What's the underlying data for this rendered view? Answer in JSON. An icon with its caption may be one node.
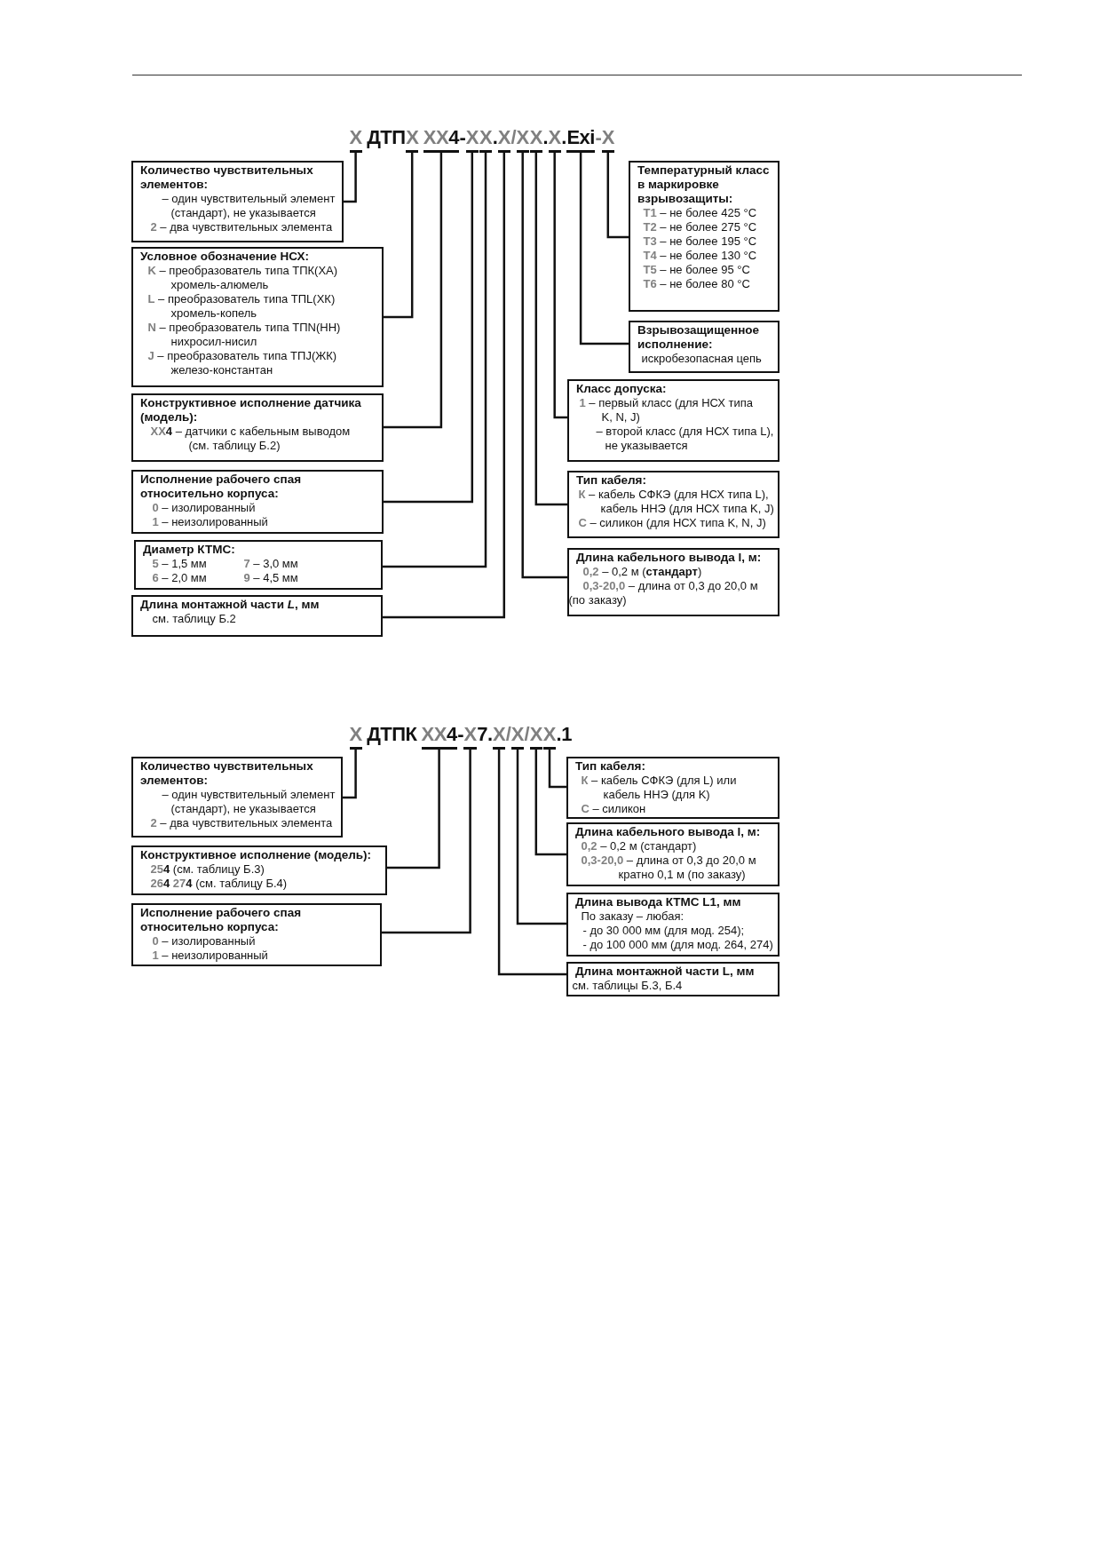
{
  "diagram": {
    "nodes": [
      {
        "text": [
          "X"
        ]
      },
      {
        "text": [
          "X"
        ]
      },
      {
        "text": [
          "XX",
          "4"
        ]
      },
      {
        "text": [
          "X"
        ]
      },
      {
        "text": [
          "X"
        ]
      },
      {
        "text": [
          "X"
        ]
      },
      {
        "text": [
          "X"
        ]
      },
      {
        "text": [
          "X"
        ]
      },
      {
        "text": [
          "X"
        ]
      },
      {
        "text": [
          "Exi"
        ]
      },
      {
        "text": [
          "X"
        ]
      },
      {
        "text": [
          "Количество чувствительных элементов:",
          "– один чувствительный элемент (стандарт), не указывается",
          "**2** – два чувствительных элемента"
        ]
      },
      {
        "text": [
          "Условное обозначение НСХ:",
          "**K** – преобразователь типа ТПК(ХА) хромель-алюмель",
          "**L** – преобразователь типа ТПL(ХК) хромель-копель",
          "**N** – преобразователь типа ТПN(НН) нихросил-нисил",
          "**J** – преобразователь типа ТПJ(ЖК) железо-константан"
        ]
      },
      {
        "text": [
          "Конструктивное исполнение датчика (модель):",
          "**XX****4** – датчики с кабельным выводом (см. таблицу Б.2)"
        ]
      },
      {
        "text": [
          "Исполнение рабочего спая относительно корпуса:",
          "**0** – изолированный",
          "**1** – неизолированный"
        ]
      },
      {
        "text": [
          "Диаметр КТМС:",
          "**5** – 1,5 мм",
          "**7** – 3,0 мм",
          "**6** – 2,0 мм",
          "**9** – 4,5 мм"
        ]
      },
      {
        "text": [
          "Длина монтажной части *L*, мм",
          "см. таблицу Б.2"
        ]
      },
      {
        "text": [
          "Температурный класс в маркировке взрывозащиты:",
          "**T1** – не более 425 °C",
          "**T2** – не более 275 °C",
          "**T3** – не более 195 °C",
          "**T4** – не более 130 °C",
          "**T5** – не более 95 °C",
          "**T6** – не более 80 °C"
        ]
      },
      {
        "text": [
          "Взрывозащищенное исполнение:",
          "искробезопасная цепь"
        ]
      },
      {
        "text": [
          "Класс допуска:",
          "**1** – первый класс (для НСХ типа K, N, J)",
          "– второй класс (для НСХ типа L), не указывается"
        ]
      },
      {
        "text": [
          "Тип кабеля:",
          "**К** – кабель СФКЭ (для НСХ типа L), кабель ННЭ (для НСХ типа K, J)",
          "**С** – силикон (для НСХ типа K, N, J)"
        ]
      },
      {
        "text": [
          "Длина кабельного вывода l, м:",
          "**0,2** – 0,2 м (**стандарт**)",
          "**0,3-20,0** – длина от 0,3 до 20,0 м (по заказу)"
        ]
      },
      {
        "text": [
          "X"
        ]
      },
      {
        "text": [
          "XX",
          "4"
        ]
      },
      {
        "text": [
          "X"
        ]
      },
      {
        "text": [
          "X"
        ]
      },
      {
        "text": [
          "X"
        ]
      },
      {
        "text": [
          "X"
        ]
      },
      {
        "text": [
          "X"
        ]
      },
      {
        "text": [
          "Количество чувствительных элементов:",
          "– один чувствительный элемент (стандарт), не указывается",
          "**2** – два чувствительных элемента"
        ]
      },
      {
        "text": [
          "Конструктивное исполнение (модель):",
          "**25****4** (см. таблицу Б.3)",
          "**26****4** **27****4** (см. таблицу Б.4)"
        ]
      },
      {
        "text": [
          "Исполнение рабочего спая относительно корпуса:",
          "**0** – изолированный",
          "**1** – неизолированный"
        ]
      },
      {
        "text": [
          "Тип кабеля:",
          "**К** – кабель СФКЭ (для L) или кабель ННЭ (для K)",
          "**С** – силикон"
        ]
      },
      {
        "text": [
          "Длина кабельного вывода l, м:",
          "**0,2** – 0,2 м (стандарт)",
          "**0,3-20,0** – длина от 0,3 до 20,0 м кратно 0,1 м (по заказу)"
        ]
      },
      {
        "text": [
          "Длина вывода КТМС L1, мм",
          "По заказу – любая:",
          "- до 30 000 мм (для мод. 254);",
          "- до 100 000 мм (для мод. 264, 274)"
        ]
      },
      {
        "text": [
          "Длина монтажной части L, мм",
          "см. таблицы Б.3, Б.4"
        ]
      }
    ],
    "edges": [
      {
        "from": 0,
        "to": 11,
        "arrow": "none"
      },
      {
        "from": 1,
        "to": 12,
        "arrow": "none"
      },
      {
        "from": 2,
        "to": 13,
        "arrow": "none"
      },
      {
        "from": 3,
        "to": 14,
        "arrow": "none"
      },
      {
        "from": 4,
        "to": 15,
        "arrow": "none"
      },
      {
        "from": 5,
        "to": 16,
        "arrow": "none"
      },
      {
        "from": 6,
        "to": 21,
        "arrow": "none"
      },
      {
        "from": 7,
        "to": 20,
        "arrow": "none"
      },
      {
        "from": 8,
        "to": 19,
        "arrow": "none"
      },
      {
        "from": 9,
        "to": 18,
        "arrow": "none"
      },
      {
        "from": 10,
        "to": 17,
        "arrow": "none"
      },
      {
        "from": 22,
        "to": 29,
        "arrow": "none"
      },
      {
        "from": 23,
        "to": 30,
        "arrow": "none"
      },
      {
        "from": 24,
        "to": 31,
        "arrow": "none"
      },
      {
        "from": 25,
        "to": 35,
        "arrow": "none"
      },
      {
        "from": 26,
        "to": 34,
        "arrow": "none"
      },
      {
        "from": 27,
        "to": 33,
        "arrow": "none"
      },
      {
        "from": 28,
        "to": 32,
        "arrow": "none"
      }
    ],
    "labels": [
      "ДТП",
      "-",
      ".",
      "/",
      ".",
      ".",
      "-",
      "ДТПК",
      "-",
      "7",
      ".",
      "/",
      "/",
      ".1"
    ]
  }
}
